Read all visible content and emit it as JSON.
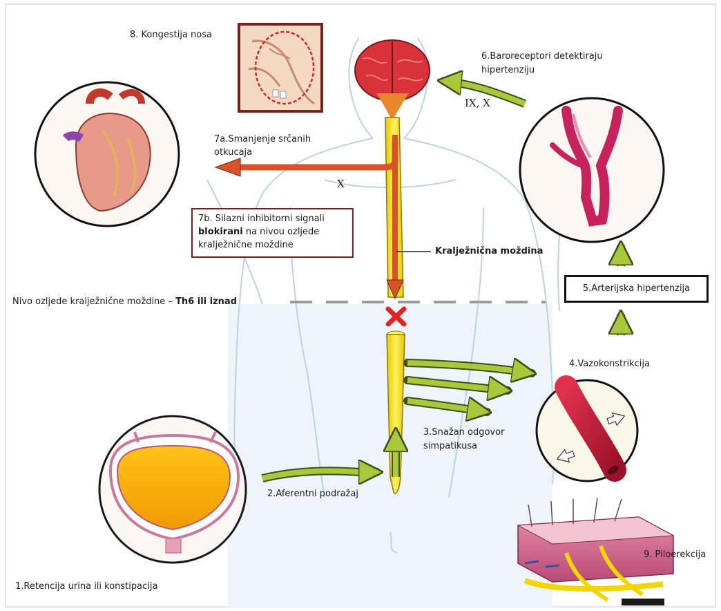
{
  "labels": {
    "nasal_congestion": "8. Kongestija nosa",
    "baroreceptors_line1": "6.Baroreceptori detektiraju",
    "baroreceptors_line2": "hipertenziju",
    "cranial_nerves": "IX, X",
    "heart_rate_line1": "7a.Smanjenje srčanih",
    "heart_rate_line2": "otkucaja",
    "vagus": "X",
    "inhibitory_part1": "7b. Silazni inhibitorni signali",
    "inhibitory_bold": "blokirani",
    "inhibitory_part2": " na nivou ozljede",
    "inhibitory_part3": "kralježnične moždine",
    "spinal_cord": "Kralježnična moždina",
    "injury_level_prefix": "Nivo ozljede kralježnične moždine – ",
    "injury_level_bold": "Th6 ili iznad",
    "hypertension": "5.Arterijska hipertenzija",
    "vasoconstriction": "4.Vazokonstrikcija",
    "sympathetic_line1": "3.Snažan odgovor",
    "sympathetic_line2": "simpatikusa",
    "afferent": "2.Aferentni podražaj",
    "retention": "1.Retencija urina ili konstipacija",
    "piloerection": "9. Piloerekcija"
  },
  "colors": {
    "brain": "#d9333a",
    "spinal_cord": "#f5e100",
    "descending_arrow": "#d8532a",
    "green_arrow": "#a8c93a",
    "injury_mark": "#e32222",
    "bladder": "#f5a800",
    "body_outline": "#b9d4e6",
    "lower_body_tint": "#eef4fa"
  }
}
